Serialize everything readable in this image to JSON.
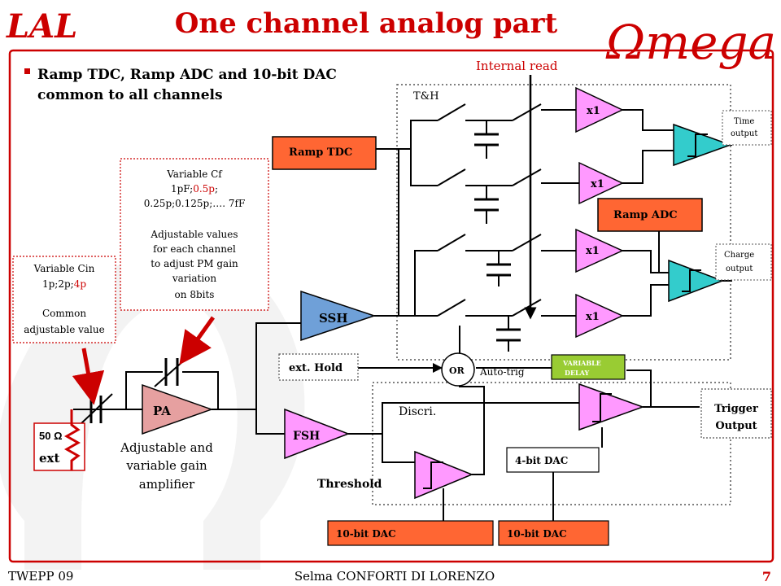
{
  "slide": {
    "title": "One channel analog part",
    "bullet_line1": "Ramp TDC, Ramp ADC and 10-bit DAC",
    "bullet_line2": "common to all channels",
    "footer_left": "TWEPP 09",
    "footer_center": "Selma CONFORTI DI LORENZO",
    "page_number": "7",
    "logo_left_text": "LAL",
    "logo_right_text": "Ωmega"
  },
  "colors": {
    "title_red": "#cc0000",
    "orange_block": "#ff6633",
    "pink_block": "#ff99ff",
    "pa_block": "#e6a0a0",
    "ssh_block": "#6fa0d8",
    "green_block": "#99cc33",
    "wire": "#000000",
    "frame_red": "#cc0000"
  },
  "labels": {
    "internal_read": "Internal read",
    "th": "T&H",
    "x1": "x1",
    "ramp_tdc": "Ramp TDC",
    "ramp_adc": "Ramp ADC",
    "time_output_1": "Time",
    "time_output_2": "output",
    "charge_output_1": "Charge",
    "charge_output_2": "output",
    "ssh": "SSH",
    "fsh": "FSH",
    "pa": "PA",
    "ext_hold": "ext. Hold",
    "or": "OR",
    "auto_trig": "Auto-trig",
    "variable_delay_1": "VARIABLE",
    "variable_delay_2": "DELAY",
    "discri": "Discri.",
    "dac4": "4-bit DAC",
    "dac10a": "10-bit DAC",
    "dac10b": "10-bit DAC",
    "threshold": "Threshold",
    "trigger_output_1": "Trigger",
    "trigger_output_2": "Output",
    "ext_res_1": "50 Ω",
    "ext_res_2": "ext",
    "amp_caption_1": "Adjustable and",
    "amp_caption_2": "variable gain",
    "amp_caption_3": "amplifier"
  },
  "cf_box": {
    "line1": "Variable Cf",
    "line2a": "1pF;",
    "line2b": "0.5p",
    "line2c": ";",
    "line3": "0.25p;0.125p;…. 7fF",
    "line4": "Adjustable values",
    "line5": "for each channel",
    "line6": "to adjust PM gain",
    "line7": "variation",
    "line8": "on 8bits"
  },
  "cin_box": {
    "line1": "Variable Cin",
    "line2a": "1p;2p;",
    "line2b": "4p",
    "line3": "Common",
    "line4": "adjustable value"
  }
}
